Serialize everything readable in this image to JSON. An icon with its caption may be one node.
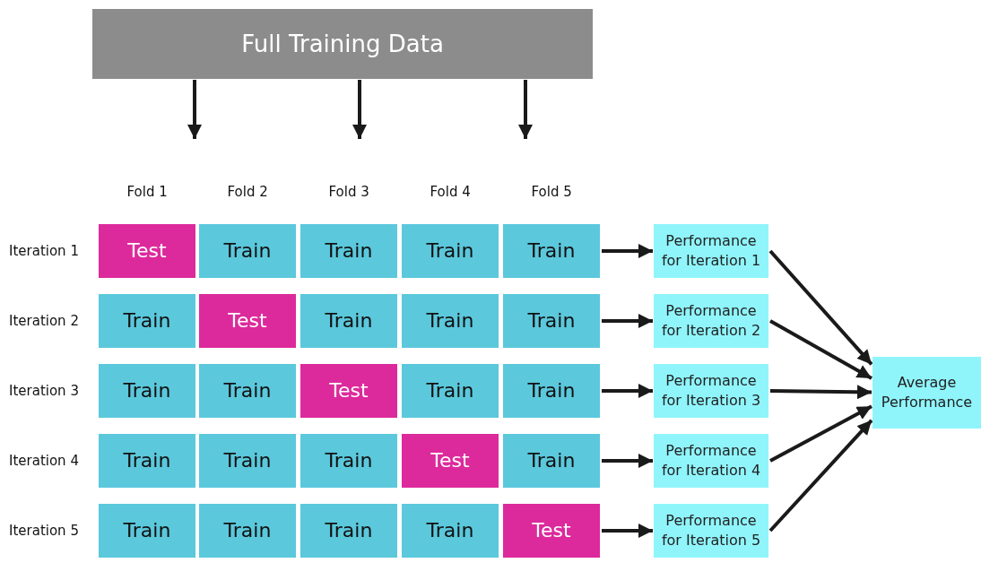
{
  "diagram": {
    "nodes": [
      {
        "text": [
          "Full Training Data"
        ]
      },
      {
        "text": [
          "Test"
        ]
      },
      {
        "text": [
          "Train"
        ]
      },
      {
        "text": [
          "Train"
        ]
      },
      {
        "text": [
          "Train"
        ]
      },
      {
        "text": [
          "Train"
        ]
      },
      {
        "text": [
          "Performance for Iteration 1"
        ]
      },
      {
        "text": [
          "Train"
        ]
      },
      {
        "text": [
          "Test"
        ]
      },
      {
        "text": [
          "Train"
        ]
      },
      {
        "text": [
          "Train"
        ]
      },
      {
        "text": [
          "Train"
        ]
      },
      {
        "text": [
          "Performance for Iteration 2"
        ]
      },
      {
        "text": [
          "Train"
        ]
      },
      {
        "text": [
          "Train"
        ]
      },
      {
        "text": [
          "Test"
        ]
      },
      {
        "text": [
          "Train"
        ]
      },
      {
        "text": [
          "Train"
        ]
      },
      {
        "text": [
          "Performance for Iteration 3"
        ]
      },
      {
        "text": [
          "Train"
        ]
      },
      {
        "text": [
          "Train"
        ]
      },
      {
        "text": [
          "Train"
        ]
      },
      {
        "text": [
          "Test"
        ]
      },
      {
        "text": [
          "Train"
        ]
      },
      {
        "text": [
          "Performance for Iteration 4"
        ]
      },
      {
        "text": [
          "Train"
        ]
      },
      {
        "text": [
          "Train"
        ]
      },
      {
        "text": [
          "Train"
        ]
      },
      {
        "text": [
          "Train"
        ]
      },
      {
        "text": [
          "Test"
        ]
      },
      {
        "text": [
          "Performance for Iteration 5"
        ]
      },
      {
        "text": [
          "Average Performance"
        ]
      }
    ],
    "edges": [
      {
        "from": 0,
        "to": null,
        "arrow": "to"
      },
      {
        "from": 0,
        "to": null,
        "arrow": "to"
      },
      {
        "from": 0,
        "to": null,
        "arrow": "to"
      },
      {
        "from": 5,
        "to": 6,
        "arrow": "to"
      },
      {
        "from": 11,
        "to": 12,
        "arrow": "to"
      },
      {
        "from": 17,
        "to": 18,
        "arrow": "to"
      },
      {
        "from": 23,
        "to": 24,
        "arrow": "to"
      },
      {
        "from": 29,
        "to": 30,
        "arrow": "to"
      },
      {
        "from": 6,
        "to": 31,
        "arrow": "to"
      },
      {
        "from": 12,
        "to": 31,
        "arrow": "to"
      },
      {
        "from": 18,
        "to": 31,
        "arrow": "to"
      },
      {
        "from": 24,
        "to": 31,
        "arrow": "to"
      },
      {
        "from": 30,
        "to": 31,
        "arrow": "to"
      }
    ],
    "labels": [
      "Fold 1",
      "Fold 2",
      "Fold 3",
      "Fold 4",
      "Fold 5",
      "Iteration 1",
      "Iteration 2",
      "Iteration 3",
      "Iteration 4",
      "Iteration 5"
    ]
  }
}
